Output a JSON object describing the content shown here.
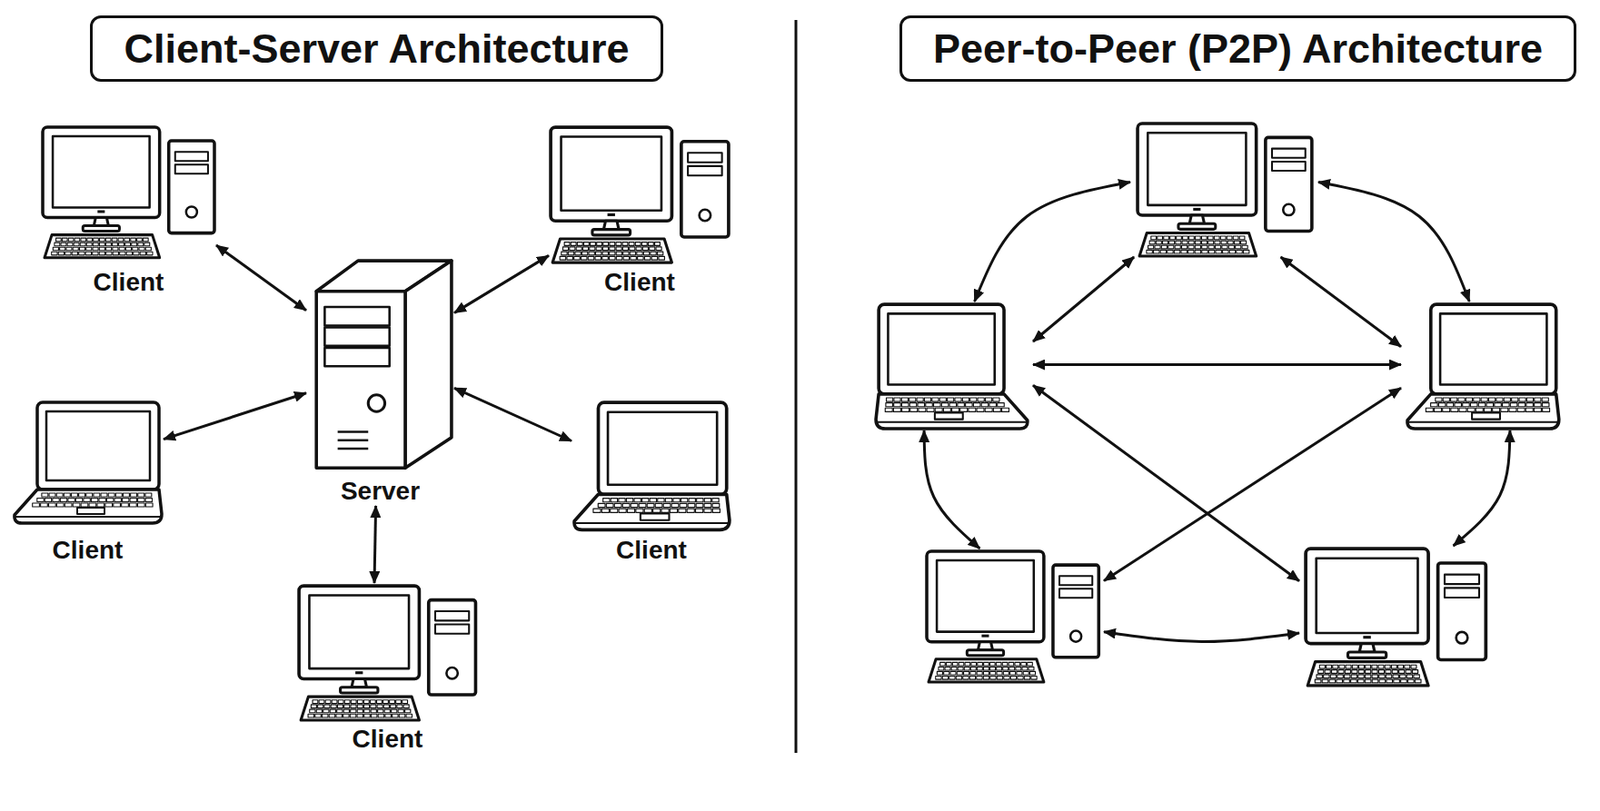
{
  "diagram": {
    "nodes": [
      {
        "text": [
          "Client-Server Architecture"
        ]
      },
      {
        "text": [
          "Client"
        ]
      },
      {
        "text": [
          "Client"
        ]
      },
      {
        "text": [
          "Server"
        ]
      },
      {
        "text": [
          "Client"
        ]
      },
      {
        "text": [
          "Client"
        ]
      },
      {
        "text": [
          "Client"
        ]
      },
      {
        "text": [
          "Peer-to-Peer (P2P) Architecture"
        ]
      },
      {
        "text": []
      },
      {
        "text": []
      },
      {
        "text": []
      },
      {
        "text": []
      },
      {
        "text": []
      }
    ],
    "edges": [
      {
        "from": 3,
        "to": 1,
        "arrow": "both"
      },
      {
        "from": 3,
        "to": 2,
        "arrow": "both"
      },
      {
        "from": 3,
        "to": 4,
        "arrow": "both"
      },
      {
        "from": 3,
        "to": 5,
        "arrow": "both"
      },
      {
        "from": 3,
        "to": 6,
        "arrow": "both"
      },
      {
        "from": 8,
        "to": 9,
        "arrow": "both"
      },
      {
        "from": 8,
        "to": 9,
        "arrow": "both"
      },
      {
        "from": 8,
        "to": 10,
        "arrow": "both"
      },
      {
        "from": 8,
        "to": 10,
        "arrow": "both"
      },
      {
        "from": 9,
        "to": 10,
        "arrow": "both"
      },
      {
        "from": 9,
        "to": 12,
        "arrow": "both"
      },
      {
        "from": 10,
        "to": 11,
        "arrow": "both"
      },
      {
        "from": 9,
        "to": 11,
        "arrow": "both"
      },
      {
        "from": 10,
        "to": 12,
        "arrow": "both"
      },
      {
        "from": 11,
        "to": 12,
        "arrow": "both"
      }
    ]
  }
}
